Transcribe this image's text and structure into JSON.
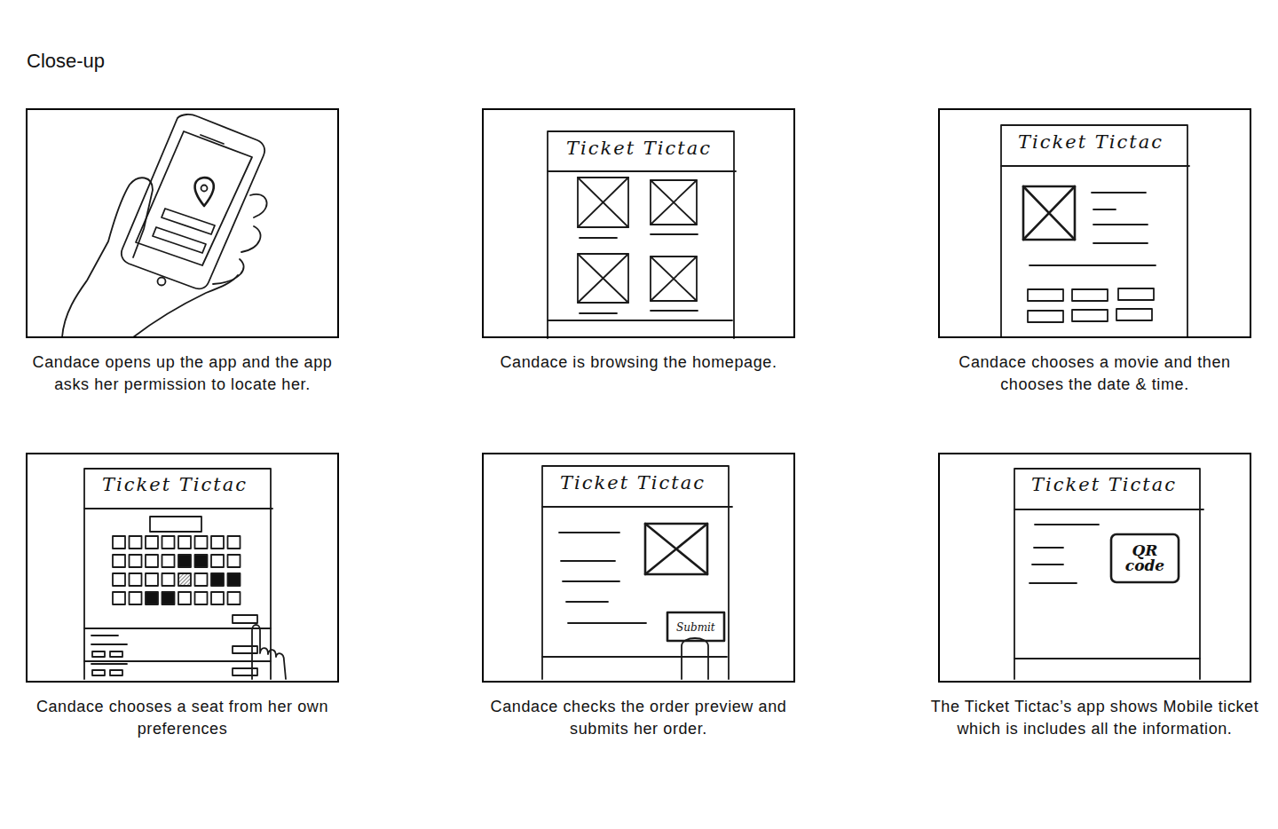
{
  "diagram": {
    "title": "Close-up",
    "nodes": [
      {
        "text": [
          "Candace opens up the app and the app asks her permission to locate her."
        ]
      },
      {
        "text": [
          "Candace is browsing the homepage."
        ]
      },
      {
        "text": [
          "Candace chooses a movie and then chooses the date & time."
        ]
      },
      {
        "text": [
          "Candace chooses a seat from her own preferences"
        ]
      },
      {
        "text": [
          "Candace checks the order preview and submits her order."
        ]
      },
      {
        "text": [
          "The Ticket Tictac’s app shows Mobile ticket which is includes all the information."
        ]
      }
    ],
    "labels": [
      "Ticket Tictac",
      "Ticket Tictac",
      "Ticket Tictac",
      "Ticket Tictac",
      "Submit",
      "Ticket Tictac",
      "QR code"
    ]
  }
}
